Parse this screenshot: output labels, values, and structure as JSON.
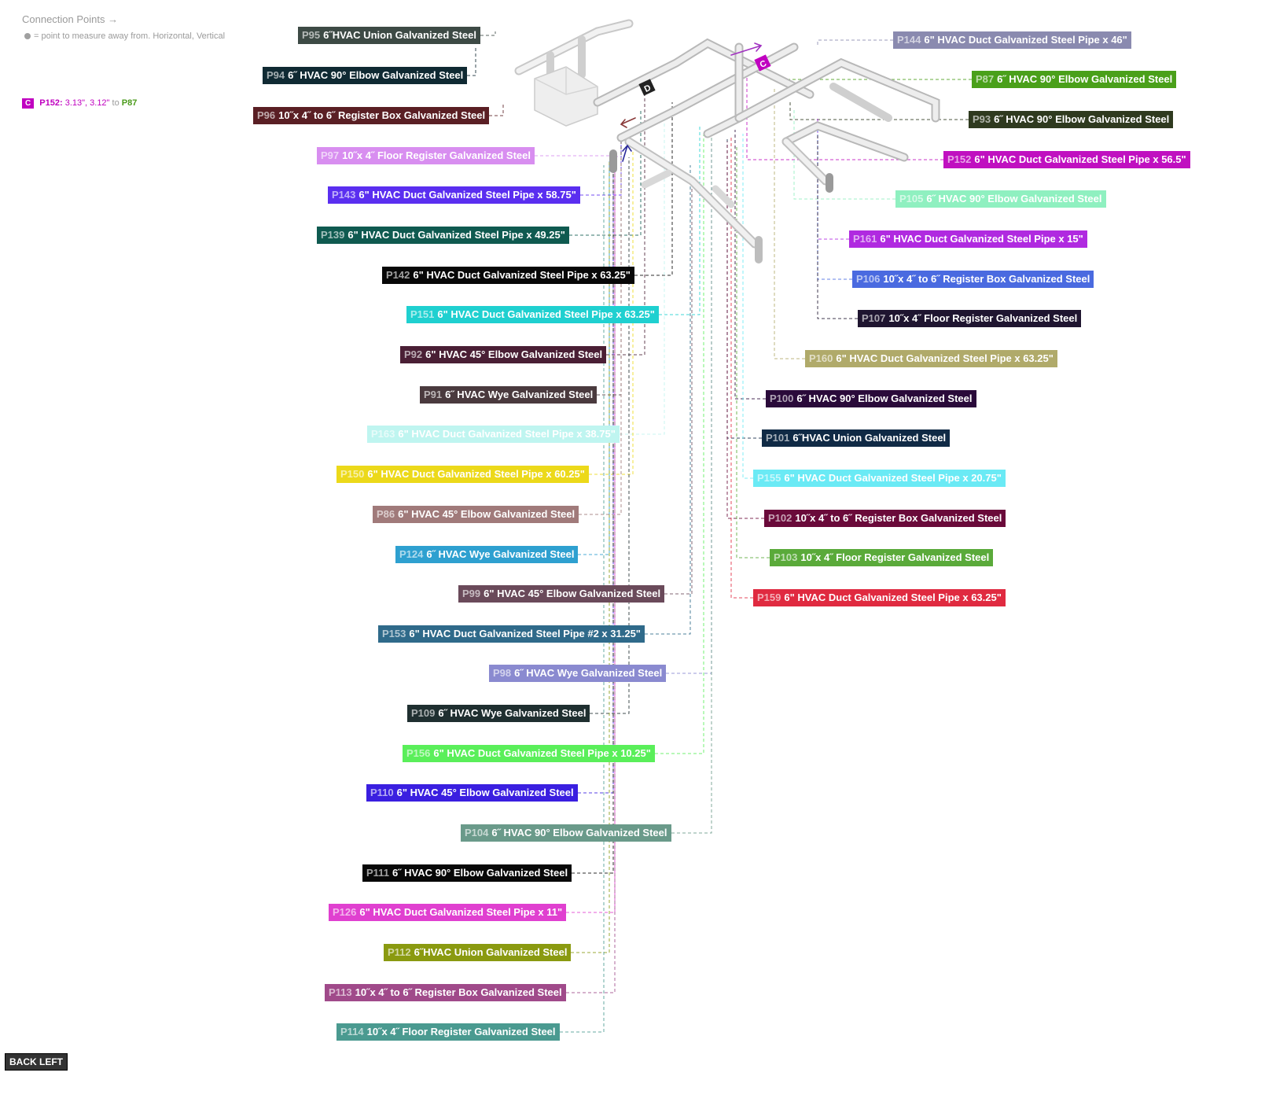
{
  "legend": {
    "title": "Connection Points →",
    "note": "= point to measure away from. Horizontal, Vertical"
  },
  "connection": {
    "badge": "C",
    "part": "P152:",
    "values": "3.13\", 3.12\"",
    "to": "to",
    "target": "P87"
  },
  "back_button": "BACK LEFT",
  "labels_left": [
    {
      "id": "P95",
      "text": "6˝HVAC Union Galvanized Steel",
      "color": "#3d4a45"
    },
    {
      "id": "P94",
      "text": "6˝ HVAC 90° Elbow Galvanized Steel",
      "color": "#102a33"
    },
    {
      "id": "P96",
      "text": "10˝x 4˝ to 6˝ Register Box Galvanized Steel",
      "color": "#5a1f24"
    },
    {
      "id": "P97",
      "text": "10˝x 4˝ Floor Register Galvanized Steel",
      "color": "#d88ef0"
    },
    {
      "id": "P143",
      "text": "6\" HVAC Duct Galvanized Steel Pipe x 58.75\"",
      "color": "#5a2ef0"
    },
    {
      "id": "P139",
      "text": "6\" HVAC Duct Galvanized Steel Pipe x 49.25\"",
      "color": "#0f5a50"
    },
    {
      "id": "P142",
      "text": "6\" HVAC Duct Galvanized Steel Pipe x 63.25\"",
      "color": "#080808"
    },
    {
      "id": "P151",
      "text": "6\" HVAC Duct Galvanized Steel Pipe x 63.25\"",
      "color": "#1fd0d0"
    },
    {
      "id": "P92",
      "text": "6\" HVAC 45° Elbow Galvanized Steel",
      "color": "#4a1f35"
    },
    {
      "id": "P91",
      "text": "6˝ HVAC Wye Galvanized Steel",
      "color": "#4a3a3e"
    },
    {
      "id": "P163",
      "text": "6\" HVAC Duct Galvanized Steel Pipe x 38.75\"",
      "color": "#bff5f0"
    },
    {
      "id": "P150",
      "text": "6\" HVAC Duct Galvanized Steel Pipe x 60.25\"",
      "color": "#ecd91a"
    },
    {
      "id": "P86",
      "text": "6\" HVAC 45° Elbow Galvanized Steel",
      "color": "#a07a7a"
    },
    {
      "id": "P124",
      "text": "6˝ HVAC Wye Galvanized Steel",
      "color": "#2ea0d0"
    },
    {
      "id": "P99",
      "text": "6\" HVAC 45° Elbow Galvanized Steel",
      "color": "#6a4a5a"
    },
    {
      "id": "P153",
      "text": "6\" HVAC Duct Galvanized Steel Pipe #2 x 31.25\"",
      "color": "#2f6a8a"
    },
    {
      "id": "P98",
      "text": "6˝ HVAC Wye Galvanized Steel",
      "color": "#8a8ad0"
    },
    {
      "id": "P109",
      "text": "6˝ HVAC Wye Galvanized Steel",
      "color": "#1f2f30"
    },
    {
      "id": "P156",
      "text": "6\" HVAC Duct Galvanized Steel Pipe x 10.25\"",
      "color": "#5aef5a"
    },
    {
      "id": "P110",
      "text": "6\" HVAC 45° Elbow Galvanized Steel",
      "color": "#3a1fe0"
    },
    {
      "id": "P104",
      "text": "6˝ HVAC 90° Elbow Galvanized Steel",
      "color": "#6a9a8a"
    },
    {
      "id": "P111",
      "text": "6˝ HVAC 90° Elbow Galvanized Steel",
      "color": "#080808"
    },
    {
      "id": "P126",
      "text": "6\" HVAC Duct Galvanized Steel Pipe x 11\"",
      "color": "#e040d0"
    },
    {
      "id": "P112",
      "text": "6˝HVAC Union Galvanized Steel",
      "color": "#8a9a10"
    },
    {
      "id": "P113",
      "text": "10˝x 4˝ to 6˝ Register Box Galvanized Steel",
      "color": "#a04a8a"
    },
    {
      "id": "P114",
      "text": "10˝x 4˝ Floor Register Galvanized Steel",
      "color": "#4a9a90"
    }
  ],
  "labels_right": [
    {
      "id": "P144",
      "text": "6\" HVAC Duct Galvanized Steel Pipe x 46\"",
      "color": "#8a8aaf"
    },
    {
      "id": "P87",
      "text": "6˝ HVAC 90° Elbow Galvanized Steel",
      "color": "#4aa01a"
    },
    {
      "id": "P93",
      "text": "6˝ HVAC 90° Elbow Galvanized Steel",
      "color": "#2f3a1f"
    },
    {
      "id": "P152",
      "text": "6\" HVAC Duct Galvanized Steel Pipe x 56.5\"",
      "color": "#c010c0"
    },
    {
      "id": "P105",
      "text": "6˝ HVAC 90° Elbow Galvanized Steel",
      "color": "#8ff0c0"
    },
    {
      "id": "P161",
      "text": "6\" HVAC Duct Galvanized Steel Pipe x 15\"",
      "color": "#b02ae0"
    },
    {
      "id": "P106",
      "text": "10˝x 4˝ to 6˝ Register Box Galvanized Steel",
      "color": "#4a6ae0"
    },
    {
      "id": "P107",
      "text": "10˝x 4˝ Floor Register Galvanized Steel",
      "color": "#1f1530"
    },
    {
      "id": "P160",
      "text": "6\" HVAC Duct Galvanized Steel Pipe x 63.25\"",
      "color": "#b0aa6a"
    },
    {
      "id": "P100",
      "text": "6˝ HVAC 90° Elbow Galvanized Steel",
      "color": "#2a0a3a"
    },
    {
      "id": "P101",
      "text": "6˝HVAC Union Galvanized Steel",
      "color": "#102a45"
    },
    {
      "id": "P155",
      "text": "6\" HVAC Duct Galvanized Steel Pipe x 20.75\"",
      "color": "#6aeaf5"
    },
    {
      "id": "P102",
      "text": "10˝x 4˝ to 6˝ Register Box Galvanized Steel",
      "color": "#6a0a3a"
    },
    {
      "id": "P103",
      "text": "10˝x 4˝ Floor Register Galvanized Steel",
      "color": "#5aaa3a"
    },
    {
      "id": "P159",
      "text": "6\" HVAC Duct Galvanized Steel Pipe x 63.25\"",
      "color": "#e02a40"
    }
  ]
}
